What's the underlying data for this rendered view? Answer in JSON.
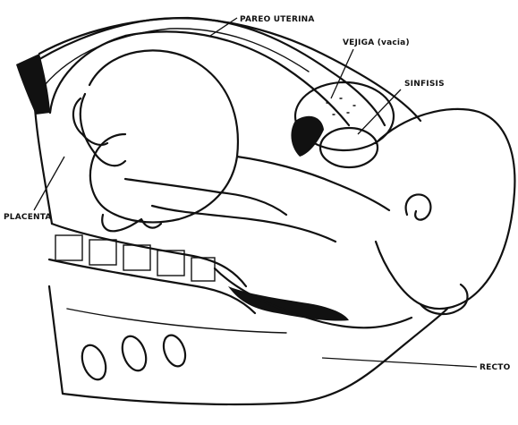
{
  "labels": {
    "uterine_wall": "PAREO UTERINA",
    "bladder": "VEJIGA (vacia)",
    "symphysis": "SINFISIS",
    "placenta": "PLACENTA",
    "rectum": "RECTO"
  },
  "colors": {
    "ink": "#111111",
    "paper": "#ffffff"
  }
}
